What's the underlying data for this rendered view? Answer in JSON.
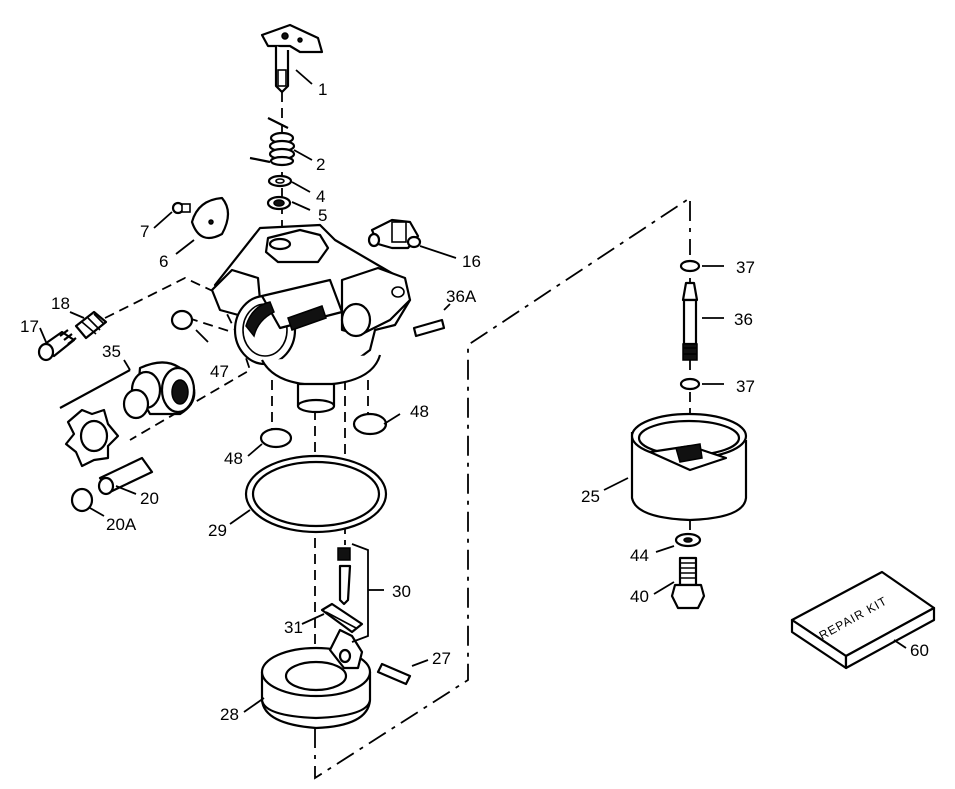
{
  "diagram": {
    "parts": [
      {
        "id": "p1",
        "label": "1"
      },
      {
        "id": "p2",
        "label": "2"
      },
      {
        "id": "p4",
        "label": "4"
      },
      {
        "id": "p5",
        "label": "5"
      },
      {
        "id": "p6",
        "label": "6"
      },
      {
        "id": "p7",
        "label": "7"
      },
      {
        "id": "p16",
        "label": "16"
      },
      {
        "id": "p17",
        "label": "17"
      },
      {
        "id": "p18",
        "label": "18"
      },
      {
        "id": "p20",
        "label": "20"
      },
      {
        "id": "p20a",
        "label": "20A"
      },
      {
        "id": "p25",
        "label": "25"
      },
      {
        "id": "p27",
        "label": "27"
      },
      {
        "id": "p28",
        "label": "28"
      },
      {
        "id": "p29",
        "label": "29"
      },
      {
        "id": "p30",
        "label": "30"
      },
      {
        "id": "p31",
        "label": "31"
      },
      {
        "id": "p35",
        "label": "35"
      },
      {
        "id": "p36",
        "label": "36"
      },
      {
        "id": "p36a",
        "label": "36A"
      },
      {
        "id": "p37a",
        "label": "37"
      },
      {
        "id": "p37b",
        "label": "37"
      },
      {
        "id": "p40",
        "label": "40"
      },
      {
        "id": "p44",
        "label": "44"
      },
      {
        "id": "p47",
        "label": "47"
      },
      {
        "id": "p48a",
        "label": "48"
      },
      {
        "id": "p48b",
        "label": "48"
      },
      {
        "id": "p60",
        "label": "60"
      }
    ],
    "repair_kit_text": "REPAIR KIT"
  }
}
